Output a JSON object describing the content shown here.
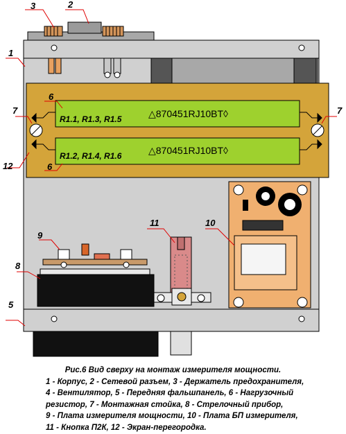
{
  "callouts": {
    "c1": "1",
    "c2": "2",
    "c3": "3",
    "c5": "5",
    "c6a": "6",
    "c6b": "6",
    "c7l": "7",
    "c7r": "7",
    "c8": "8",
    "c9": "9",
    "c10": "10",
    "c11": "11",
    "c12": "12"
  },
  "panel": {
    "resistor1_label": "R1.1, R1.3, R1.5",
    "resistor2_label": "R1.2, R1.4, R1.6",
    "part_number_1": "△870451RJ10BT◊",
    "part_number_2": "△870451RJ10BT◊"
  },
  "caption": {
    "title": "Рис.6  Вид сверху на монтаж измерителя мощности.",
    "line1": "1 - Корпус, 2 - Сетевой разъем, 3 - Держатель предохранителя,",
    "line2": "4 - Вентилятор, 5 - Передняя фальшпанель, 6 - Нагрузочный",
    "line3": "резистор, 7 - Монтажная стойка, 8 - Стрелочный прибор,",
    "line4": "9 - Плата измерителя мощности, 10 - Плата БП измерителя,",
    "line5": "11 - Кнопка П2К, 12 - Экран-перегородка."
  }
}
